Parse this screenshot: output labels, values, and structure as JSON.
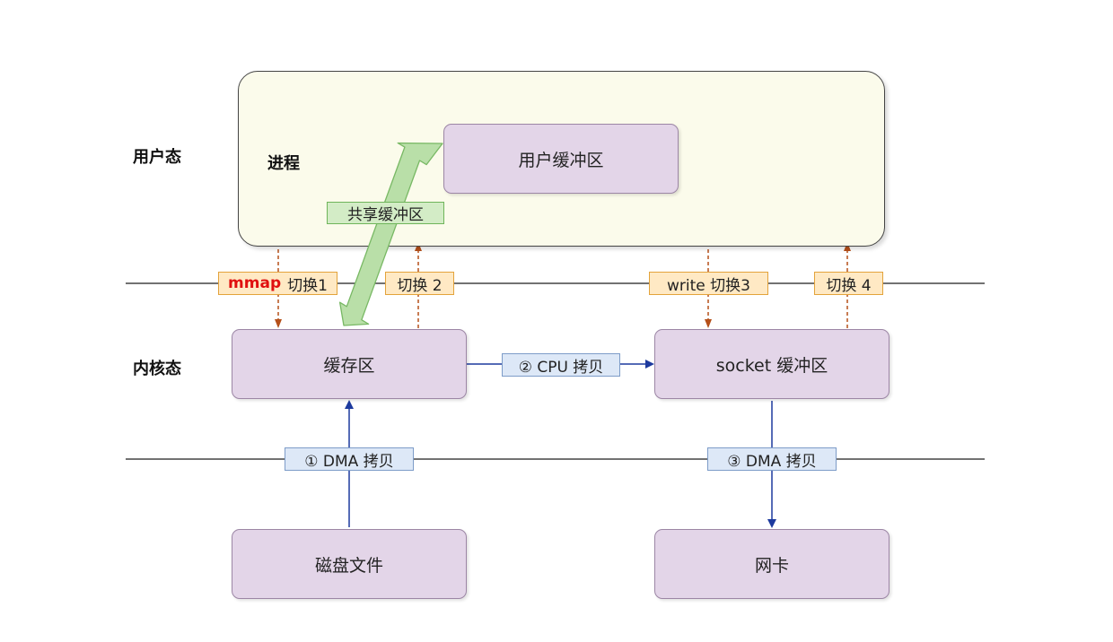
{
  "zones": {
    "user": "用户态",
    "kernel": "内核态"
  },
  "process": {
    "label": "进程",
    "user_buffer": "用户缓冲区",
    "shared_buffer": "共享缓冲区"
  },
  "kernel": {
    "page_cache": "缓存区",
    "socket_buffer": "socket 缓冲区"
  },
  "hardware": {
    "disk_file": "磁盘文件",
    "nic": "网卡"
  },
  "switches": {
    "switch1_keyword": "mmap",
    "switch1_text": "切换1",
    "switch2": "切换 2",
    "switch3": "write 切换3",
    "switch4": "切换 4"
  },
  "copies": {
    "dma1": "① DMA 拷贝",
    "cpu2": "② CPU 拷贝",
    "dma3": "③ DMA 拷贝"
  },
  "colors": {
    "box_fill": "#e3d5e8",
    "process_fill": "#fbfbeb",
    "switch_arrow": "#b5501a",
    "copy_arrow": "#1d3a9e",
    "shared_arrow": "#b9dfa8"
  }
}
